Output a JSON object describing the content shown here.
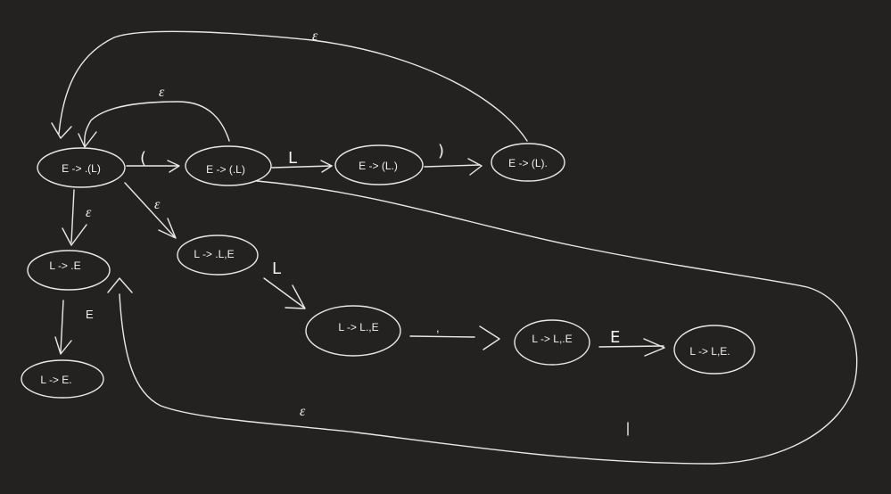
{
  "diagram": {
    "background": "#232220",
    "stroke_color": "#e9e9e9",
    "nodes": [
      {
        "id": "n1",
        "label": "E -> .(L)"
      },
      {
        "id": "n2",
        "label": "E -> (.L)"
      },
      {
        "id": "n3",
        "label": "E -> (L.)"
      },
      {
        "id": "n4",
        "label": "E -> (L)."
      },
      {
        "id": "n5",
        "label": "L -> .E"
      },
      {
        "id": "n6",
        "label": "L -> E."
      },
      {
        "id": "n7",
        "label": "L -> .L,E"
      },
      {
        "id": "n8",
        "label": "L -> L.,E"
      },
      {
        "id": "n9",
        "label": "L -> L,.E"
      },
      {
        "id": "n10",
        "label": "L -> L,E."
      }
    ],
    "edge_labels": {
      "epsilon_top_outer": "ε",
      "epsilon_top_inner": "ε",
      "open_paren": "(",
      "L_1": "L",
      "close_paren": ")",
      "epsilon_down": "ε",
      "epsilon_diag": "ε",
      "E_down": "E",
      "L_2": "L",
      "comma": ",",
      "E_right": "E",
      "epsilon_bottom": "ε"
    }
  }
}
